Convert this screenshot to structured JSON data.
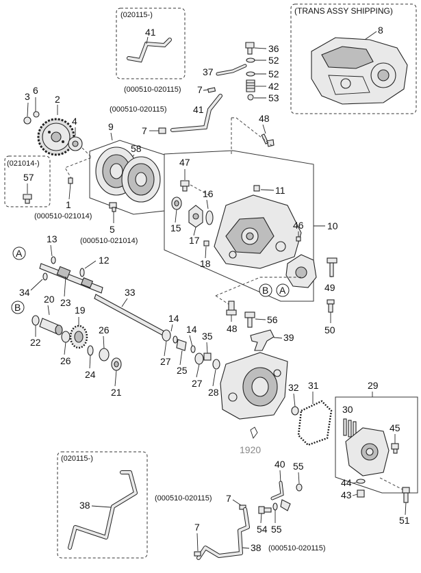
{
  "callouts": {
    "c1": "1",
    "c2": "2",
    "c3": "3",
    "c4": "4",
    "c5": "5",
    "c6": "6",
    "c7a": "7",
    "c7b": "7",
    "c7c": "7",
    "c7d": "7",
    "c8": "8",
    "c9": "9",
    "c10": "10",
    "c11": "11",
    "c12": "12",
    "c13": "13",
    "c14a": "14",
    "c14b": "14",
    "c15": "15",
    "c16": "16",
    "c17": "17",
    "c18": "18",
    "c19": "19",
    "c20": "20",
    "c21": "21",
    "c22": "22",
    "c23": "23",
    "c24": "24",
    "c25": "25",
    "c26a": "26",
    "c26b": "26",
    "c27a": "27",
    "c27b": "27",
    "c28": "28",
    "c29": "29",
    "c30": "30",
    "c31": "31",
    "c32": "32",
    "c33": "33",
    "c34": "34",
    "c35": "35",
    "c36": "36",
    "c37": "37",
    "c38a": "38",
    "c38b": "38",
    "c39": "39",
    "c40": "40",
    "c41a": "41",
    "c41b": "41",
    "c42": "42",
    "c43": "43",
    "c44": "44",
    "c45": "45",
    "c46": "46",
    "c47": "47",
    "c48a": "48",
    "c48b": "48",
    "c49": "49",
    "c50": "50",
    "c51": "51",
    "c52a": "52",
    "c52b": "52",
    "c53": "53",
    "c54": "54",
    "c55a": "55",
    "c55b": "55",
    "c56": "56",
    "c57": "57",
    "c58": "58",
    "c1920": "1920"
  },
  "ranges": {
    "r020115_top": "(020115-)",
    "r021014": "(021014-)",
    "r000510_021014_a": "(000510-021014)",
    "r000510_021014_b": "(000510-021014)",
    "r000510_020115_a": "(000510-020115)",
    "r000510_020115_b": "(000510-020115)",
    "r000510_020115_c": "(000510-020115)",
    "r000510_020115_d": "(000510-020115)",
    "r020115_bottom": "(020115-)"
  },
  "trans_assy_title": "(TRANS ASSY SHIPPING)",
  "markers": {
    "a1": "A",
    "a2": "A",
    "b1": "B",
    "b2": "B"
  }
}
